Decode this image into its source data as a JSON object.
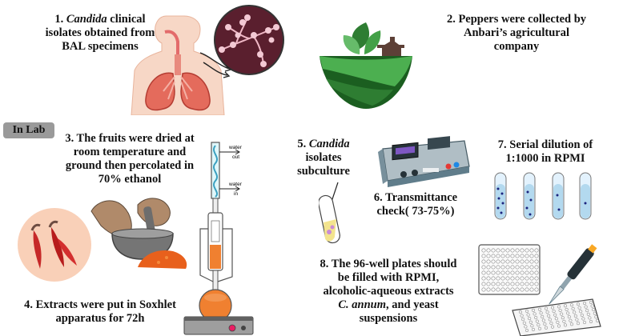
{
  "lab_badge": "In Lab",
  "step1": {
    "num": "1.",
    "ital": "Candida",
    "rest": "clinical",
    "line2": "isolates obtained from",
    "line3": "BAL specimens"
  },
  "step2": {
    "line1": "2. Peppers were collected by",
    "line2": "Anbari’s agricultural",
    "line3": "company"
  },
  "step3": {
    "line1": "3. The fruits were dried at",
    "line2": "room temperature and",
    "line3": "ground then percolated in",
    "line4": "70% ethanol"
  },
  "step4": {
    "line1": "4. Extracts were put in Soxhlet",
    "line2": "apparatus for 72h"
  },
  "step5": {
    "num": "5.",
    "ital": "Candida",
    "line2": "isolates",
    "line3": "subculture"
  },
  "step6": {
    "line1": "6. Transmittance",
    "line2": "check( 73-75%)"
  },
  "step7": {
    "line1": "7. Serial dilution of",
    "line2": "1:1000 in RPMI"
  },
  "step8": {
    "line1": "8. The 96-well plates should",
    "line2": "be filled with RPMI,",
    "line3": "alcoholic-aqueous extracts",
    "line4_ital": "C. annum",
    "line4_rest": ", and yeast",
    "line5": "suspensions"
  },
  "soxhlet_labels": {
    "water_out_1": "water",
    "water_out_2": "out",
    "water_in_1": "water",
    "water_in_2": "in"
  },
  "colors": {
    "green_dark": "#2e7d32",
    "green_light": "#66bb6a",
    "pepper_red": "#c62828",
    "flask_orange": "#f08030",
    "badge_gray": "#9a9a9a"
  }
}
